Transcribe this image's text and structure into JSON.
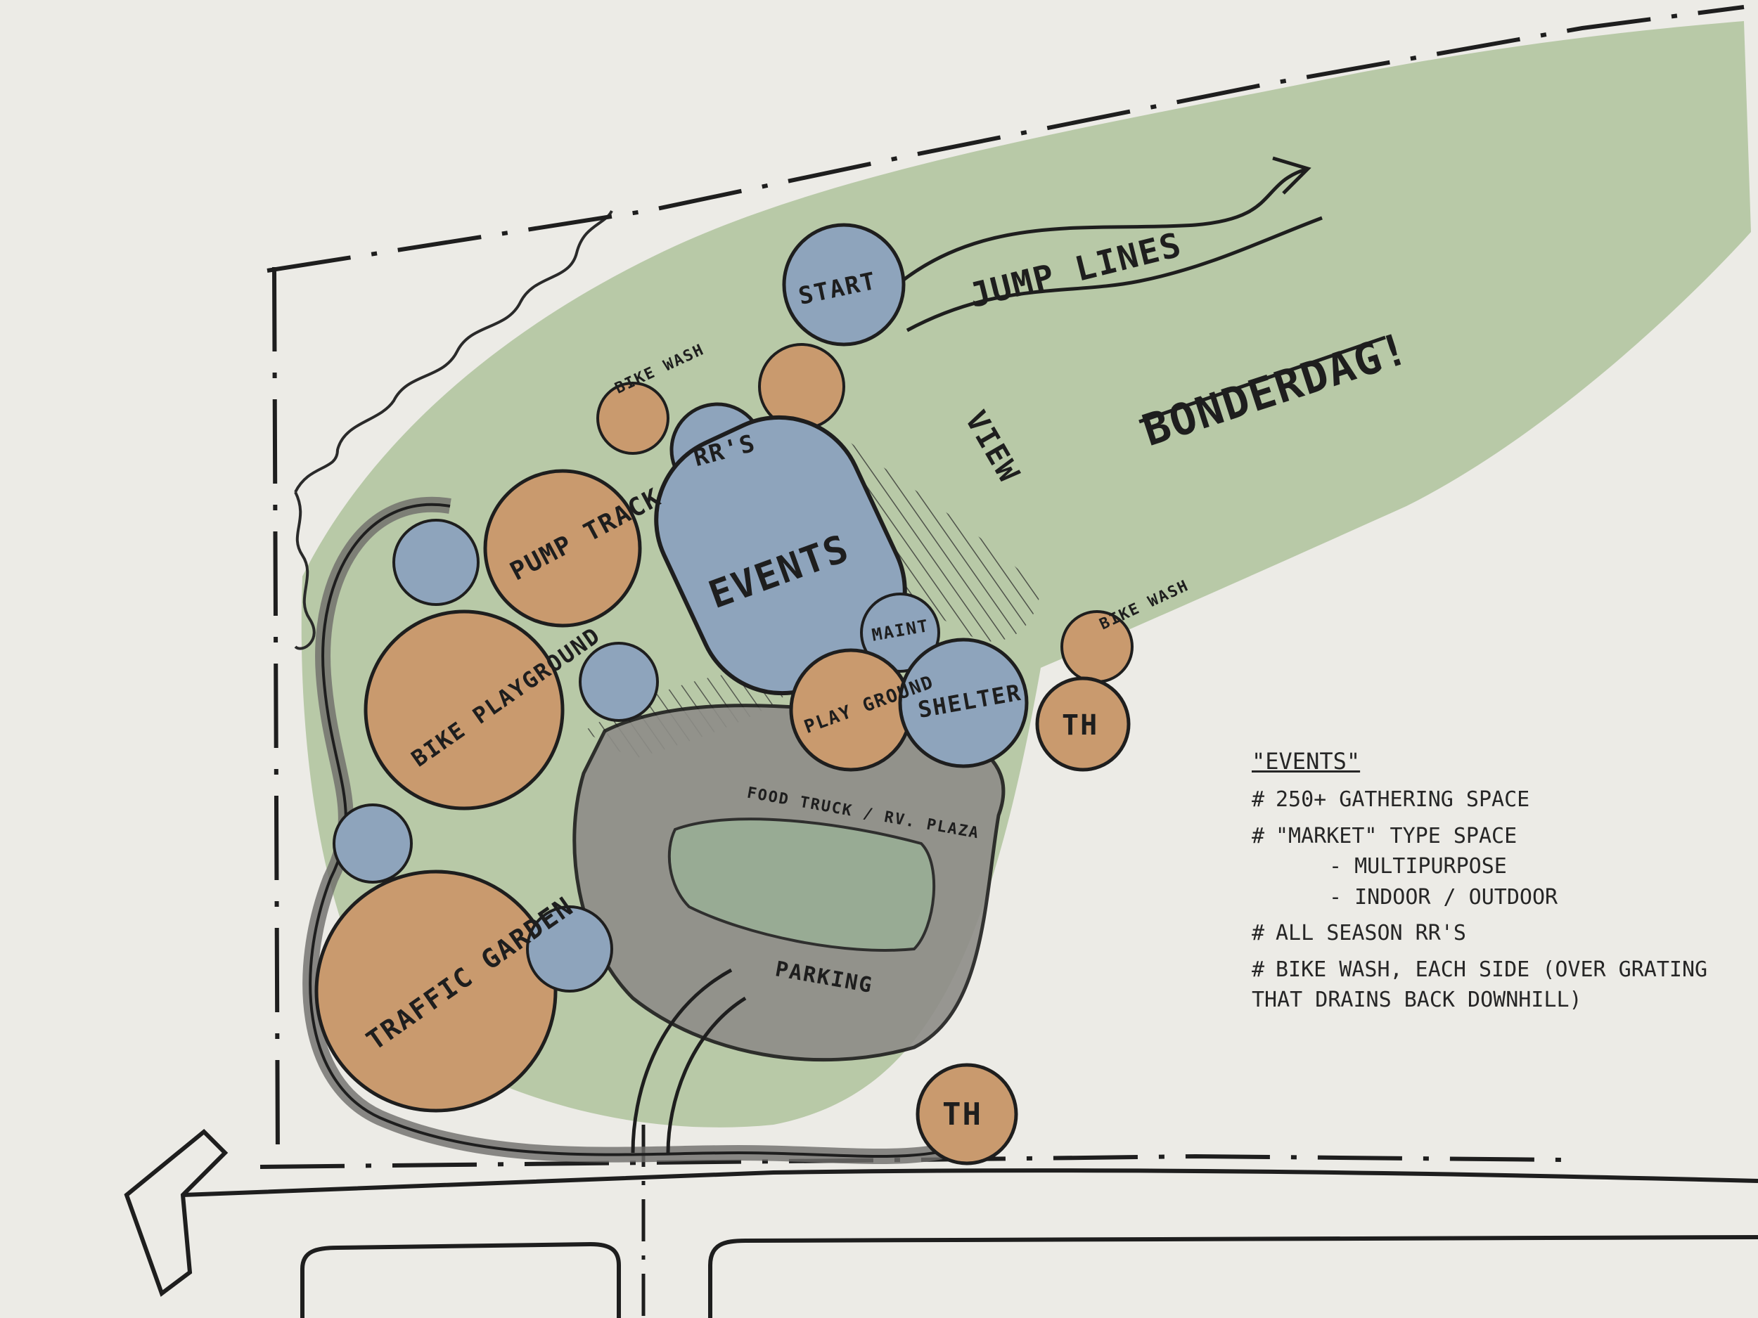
{
  "colors": {
    "paper": "#ecebe6",
    "green": "#b3c6a2",
    "blue": "#8ea4bc",
    "orange": "#c99a6e",
    "gray": "#8e8d88",
    "ink": "#1e1e1e"
  },
  "labels": {
    "start": "START",
    "jump_lines": "JUMP LINES",
    "bonderdag": "BONDERDAG!",
    "view": "VIEW",
    "bike_wash_top": "BIKE WASH",
    "bike_wash_right": "BIKE WASH",
    "rrs": "RR'S",
    "pump_track": "PUMP TRACK",
    "events": "EVENTS",
    "bike_playground": "BIKE PLAYGROUND",
    "maint": "MAINT",
    "play_ground": "PLAY GROUND",
    "shelter": "SHELTER",
    "th_right": "TH",
    "th_bottom": "TH",
    "traffic_garden": "TRAFFIC GARDEN",
    "food_truck": "FOOD TRUCK / RV. PLAZA",
    "parking": "PARKING"
  },
  "notes": {
    "title": "\"EVENTS\"",
    "items": [
      {
        "bullet": "#",
        "text": "250+ GATHERING SPACE"
      },
      {
        "bullet": "#",
        "text": "\"MARKET\" TYPE SPACE",
        "subs": [
          "- MULTIPURPOSE",
          "- INDOOR / OUTDOOR"
        ]
      },
      {
        "bullet": "#",
        "text": "ALL SEASON RR'S"
      },
      {
        "bullet": "#",
        "text": "BIKE WASH, EACH SIDE (OVER GRATING THAT DRAINS BACK DOWNHILL)"
      }
    ]
  }
}
